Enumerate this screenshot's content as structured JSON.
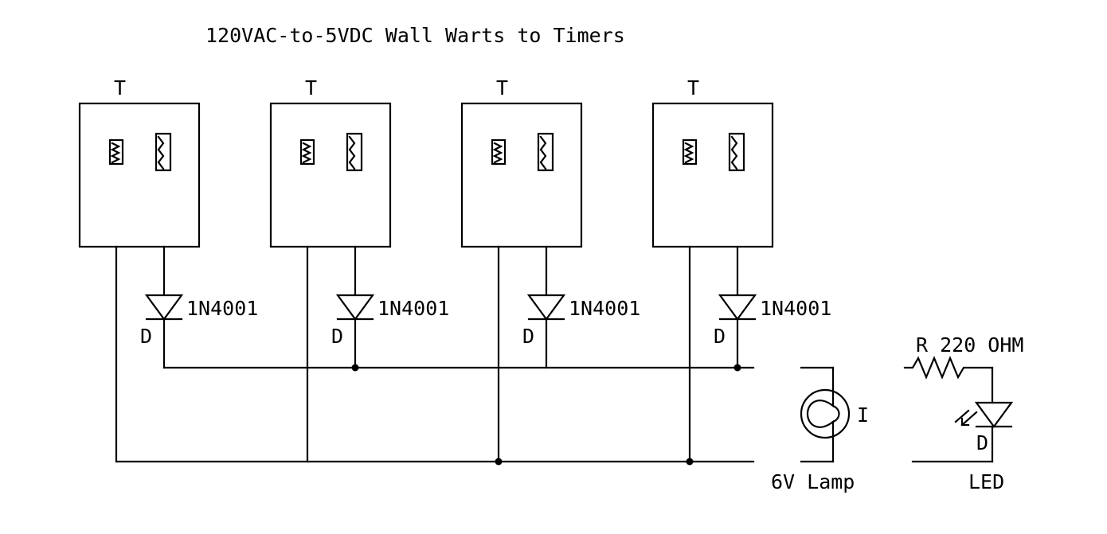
{
  "title": "120VAC-to-5VDC Wall Warts to Timers",
  "timers": [
    {
      "label": "T",
      "diode_name": "1N4001",
      "diode_ref": "D"
    },
    {
      "label": "T",
      "diode_name": "1N4001",
      "diode_ref": "D"
    },
    {
      "label": "T",
      "diode_name": "1N4001",
      "diode_ref": "D"
    },
    {
      "label": "T",
      "diode_name": "1N4001",
      "diode_ref": "D"
    }
  ],
  "lamp": {
    "ref": "I",
    "name": "6V Lamp"
  },
  "resistor": {
    "label": "R 220 OHM"
  },
  "led": {
    "ref": "D",
    "name": "LED"
  },
  "colors": {
    "line": "#000000",
    "background": "#ffffff"
  }
}
